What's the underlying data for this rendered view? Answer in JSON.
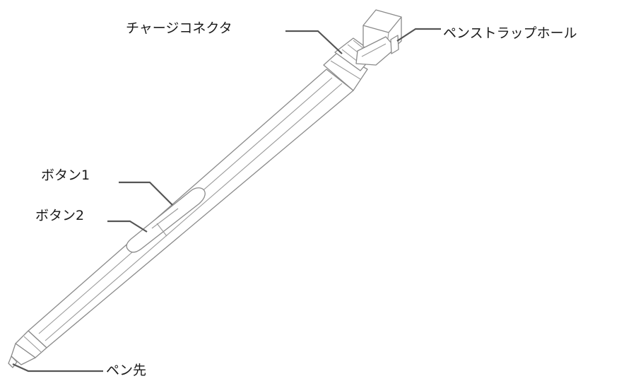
{
  "labels": {
    "charge_connector": "チャージコネクタ",
    "strap_hole": "ペンストラップホール",
    "button1": "ボタン1",
    "button2": "ボタン2",
    "pen_tip": "ペン先"
  }
}
